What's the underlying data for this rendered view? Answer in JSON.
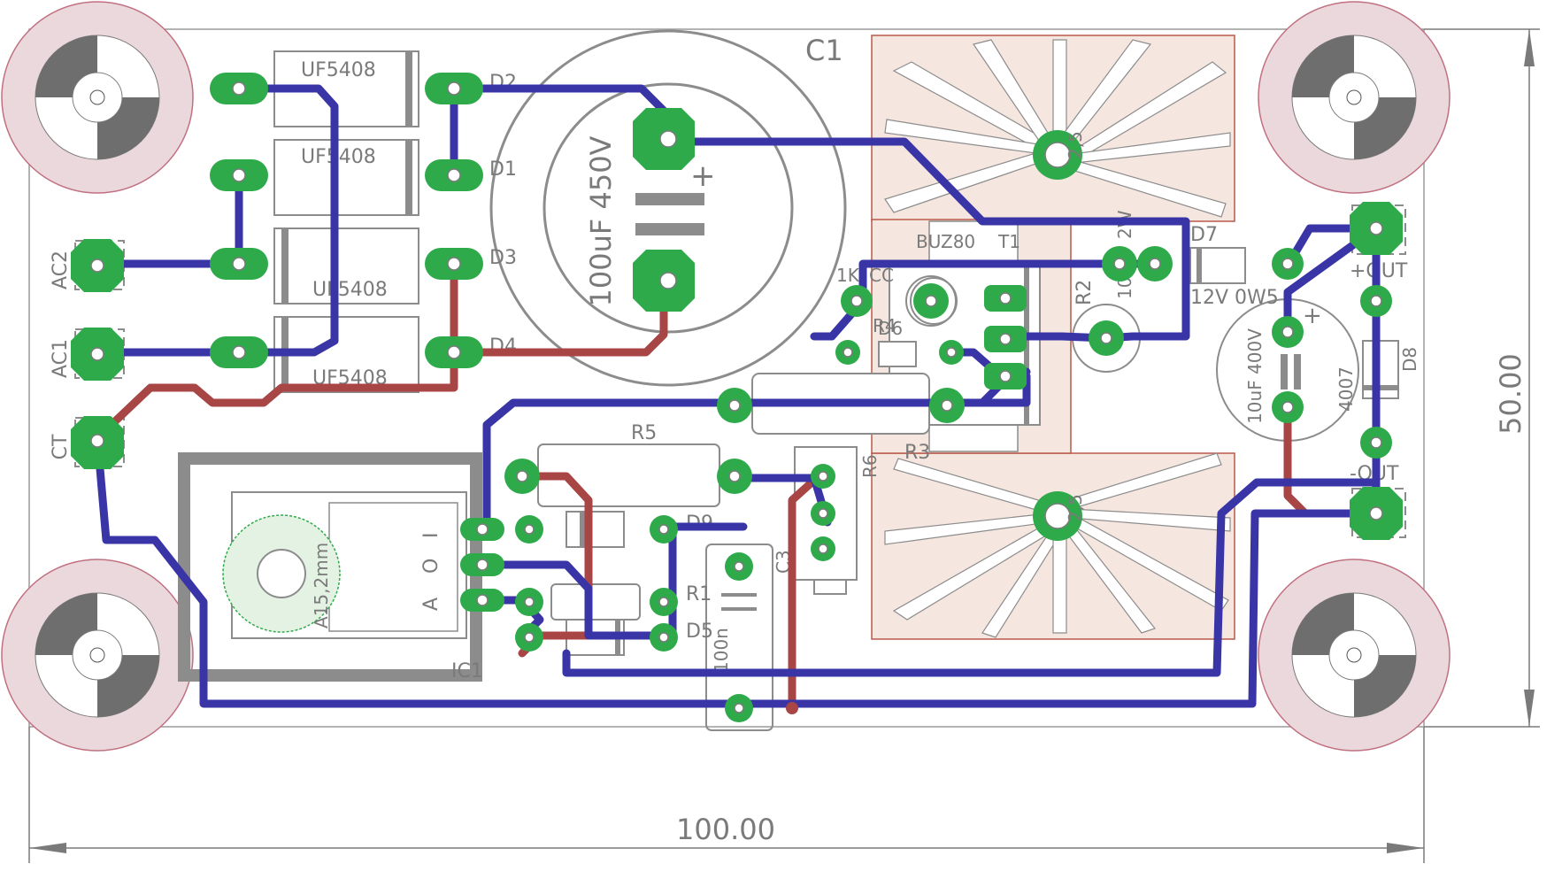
{
  "board": {
    "width_label": "100.00",
    "height_label": "50.00"
  },
  "capacitors": {
    "c1_ref": "C1",
    "c1_value": "100uF 450V",
    "c2_value": "10uF 400V",
    "c3_ref": "C3",
    "c3_value": "100n"
  },
  "diodes": {
    "d1": "D1",
    "d2": "D2",
    "d3": "D3",
    "d4": "D4",
    "d5": "D5",
    "d6": "D6",
    "d7": "D7",
    "d8": "D8",
    "d9": "D9",
    "uf5408": "UF5408",
    "zener": "12V 0W5",
    "d8_value": "4007"
  },
  "transistor": {
    "name": "BUZ80",
    "ref": "T1"
  },
  "resistors": {
    "r1": "R1",
    "r2": "R2",
    "r3": "R3",
    "r4": "R4",
    "r5": "R5",
    "r6": "R6",
    "r2_value": "10K",
    "r4_value": "1K",
    "cc": "CC",
    "r2_power": "2W"
  },
  "regulator": {
    "ref": "IC1",
    "pins": [
      "I",
      "O",
      "A"
    ],
    "hole": "A15,2mm"
  },
  "heatsink": {
    "label": "2,5"
  },
  "connectors": {
    "ac2": "AC2",
    "ac1": "AC1",
    "ct": "CT",
    "pos_out": "+OUT",
    "neg_out": "-OUT"
  },
  "colors": {
    "top_copper": "#a84545",
    "bottom_copper": "#3a35a6",
    "pad": "#2faa4a",
    "silkscreen": "#8c8c8c",
    "heatsink": "#f6e6e0",
    "mounting_hole": "#ead8dc"
  }
}
